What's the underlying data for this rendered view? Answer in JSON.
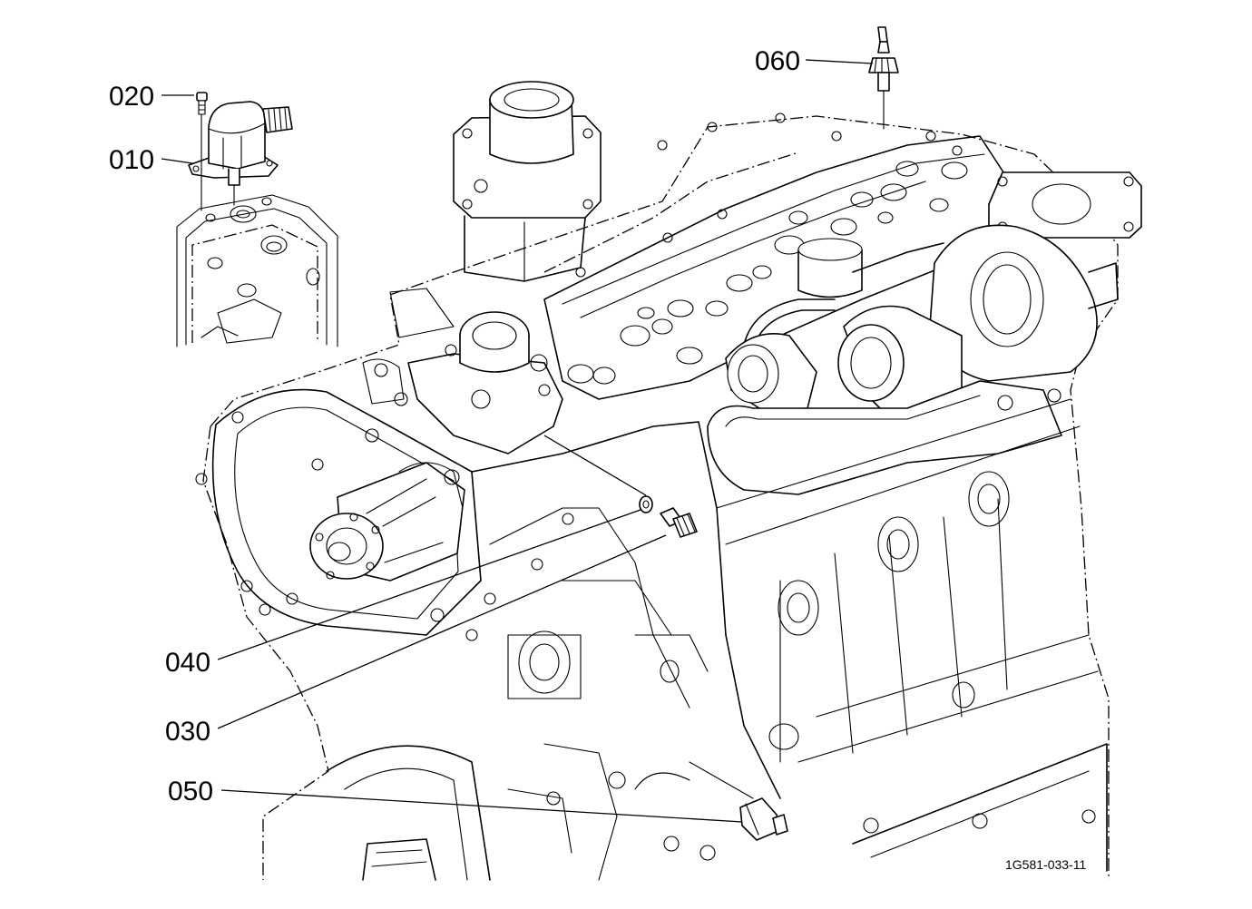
{
  "callouts": {
    "c010": "010",
    "c020": "020",
    "c030": "030",
    "c040": "040",
    "c050": "050",
    "c060": "060"
  },
  "drawing_ref": "1G581-033-11",
  "colors": {
    "line": "#000000",
    "background": "#ffffff"
  }
}
